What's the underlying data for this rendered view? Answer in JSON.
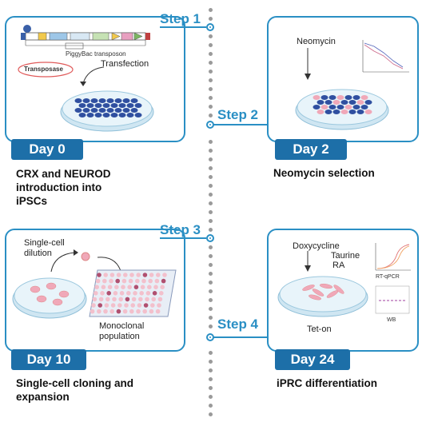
{
  "steps": [
    "Step 1",
    "Step 2",
    "Step 3",
    "Step 4"
  ],
  "days": [
    "Day 0",
    "Day 2",
    "Day 10",
    "Day 24"
  ],
  "descriptions": {
    "d1": [
      "CRX and NEUROD",
      "introduction into",
      "iPSCs"
    ],
    "d2": [
      "Neomycin selection"
    ],
    "d3": [
      "Single-cell cloning and",
      "expansion"
    ],
    "d4": [
      "iPRC differentiation"
    ]
  },
  "panel1": {
    "plasmid_label": "PiggyBac transposon",
    "transposase": "Transposase",
    "transfection": "Transfection"
  },
  "panel2": {
    "neomycin": "Neomycin"
  },
  "panel3": {
    "single_cell": [
      "Single-cell",
      "dilution"
    ],
    "monoclonal": [
      "Monoclonal",
      "population"
    ]
  },
  "panel4": {
    "doxycycline": "Doxycycline",
    "taurine": "Taurine",
    "ra": "RA",
    "tet_on": "Tet-on",
    "rtqpcr": "RT-qPCR",
    "wb": "WB"
  },
  "colors": {
    "accent": "#2a8fc4",
    "day_bg": "#1d6fa8",
    "cell_blue": "#2f4fa0",
    "cell_pink": "#f0a8b8"
  }
}
